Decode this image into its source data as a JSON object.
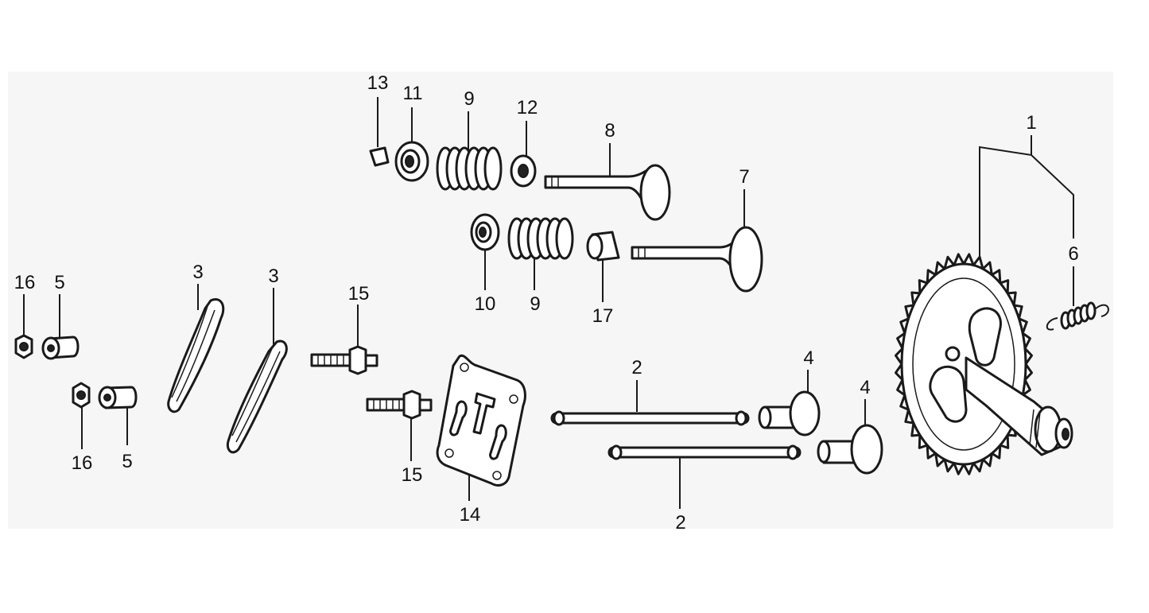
{
  "labels": {
    "p1": "1",
    "p2a": "2",
    "p2b": "2",
    "p3a": "3",
    "p3b": "3",
    "p4a": "4",
    "p4b": "4",
    "p5a": "5",
    "p5b": "5",
    "p6": "6",
    "p7": "7",
    "p8": "8",
    "p9a": "9",
    "p9b": "9",
    "p10": "10",
    "p11": "11",
    "p12": "12",
    "p13": "13",
    "p14": "14",
    "p15a": "15",
    "p15b": "15",
    "p16a": "16",
    "p16b": "16",
    "p17": "17"
  }
}
